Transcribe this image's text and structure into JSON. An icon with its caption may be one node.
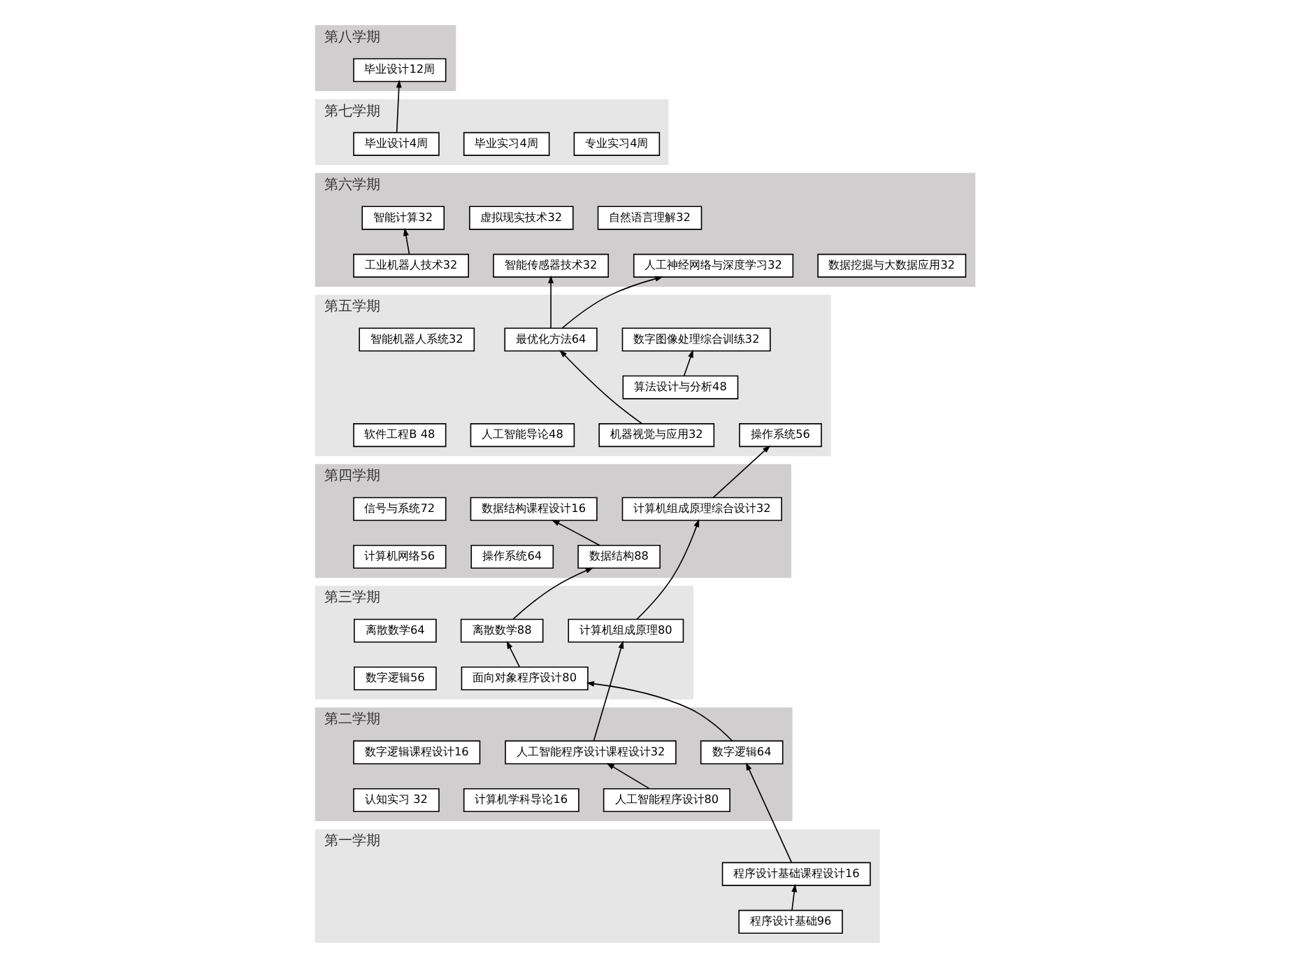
{
  "diagram": {
    "nodes": [
      {
        "text": [
          "第八学期"
        ]
      },
      {
        "text": [
          "毕业设计12周"
        ],
        "in": 0
      },
      {
        "text": [
          "第七学期"
        ]
      },
      {
        "text": [
          "毕业设计4周"
        ],
        "in": 2
      },
      {
        "text": [
          "毕业实习4周"
        ],
        "in": 2
      },
      {
        "text": [
          "专业实习4周"
        ],
        "in": 2
      },
      {
        "text": [
          "第六学期"
        ]
      },
      {
        "text": [
          "智能计算32"
        ],
        "in": 6
      },
      {
        "text": [
          "虚拟现实技术32"
        ],
        "in": 6
      },
      {
        "text": [
          "自然语言理解32"
        ],
        "in": 6
      },
      {
        "text": [
          "智能传感器技术32"
        ],
        "in": 6
      },
      {
        "text": [
          "人工神经网络与深度学习32"
        ],
        "in": 6
      },
      {
        "text": [
          "数据挖掘与大数据应用32"
        ],
        "in": 6
      },
      {
        "text": [
          "工业机器人技术32"
        ],
        "in": 6
      },
      {
        "text": [
          "第五学期"
        ]
      },
      {
        "text": [
          "智能机器人系统32"
        ],
        "in": 14
      },
      {
        "text": [
          "最优化方法64"
        ],
        "in": 14
      },
      {
        "text": [
          "数字图像处理综合训练32"
        ],
        "in": 14
      },
      {
        "text": [
          "算法设计与分析48"
        ],
        "in": 14
      },
      {
        "text": [
          "软件工程B 48"
        ],
        "in": 14
      },
      {
        "text": [
          "人工智能导论48"
        ],
        "in": 14
      },
      {
        "text": [
          "机器视觉与应用32"
        ],
        "in": 14
      },
      {
        "text": [
          "操作系统56"
        ],
        "in": 14
      },
      {
        "text": [
          "第四学期"
        ]
      },
      {
        "text": [
          "数据结构课程设计16"
        ],
        "in": 23
      },
      {
        "text": [
          "信号与系统72"
        ],
        "in": 23
      },
      {
        "text": [
          "计算机组成原理综合设计32"
        ],
        "in": 23
      },
      {
        "text": [
          "计算机网络56"
        ],
        "in": 23
      },
      {
        "text": [
          "操作系统64"
        ],
        "in": 23
      },
      {
        "text": [
          "数据结构88"
        ],
        "in": 23
      },
      {
        "text": [
          "第三学期"
        ]
      },
      {
        "text": [
          "离散数学64"
        ],
        "in": 30
      },
      {
        "text": [
          "离散数学88"
        ],
        "in": 30
      },
      {
        "text": [
          "计算机组成原理80"
        ],
        "in": 30
      },
      {
        "text": [
          "面向对象程序设计80"
        ],
        "in": 30
      },
      {
        "text": [
          "数字逻辑56"
        ],
        "in": 30
      },
      {
        "text": [
          "第二学期"
        ]
      },
      {
        "text": [
          "数字逻辑课程设计16"
        ],
        "in": 36
      },
      {
        "text": [
          "人工智能程序设计课程设计32"
        ],
        "in": 36
      },
      {
        "text": [
          "数字逻辑64"
        ],
        "in": 36
      },
      {
        "text": [
          "认知实习 32"
        ],
        "in": 36
      },
      {
        "text": [
          "计算机学科导论16"
        ],
        "in": 36
      },
      {
        "text": [
          "人工智能程序设计80"
        ],
        "in": 36
      },
      {
        "text": [
          "第一学期"
        ]
      },
      {
        "text": [
          "程序设计基础课程设计16"
        ],
        "in": 43
      },
      {
        "text": [
          "程序设计基础96"
        ],
        "in": 43
      }
    ],
    "edges": [
      {
        "from": 45,
        "to": 44,
        "arrow": "to"
      },
      {
        "from": 44,
        "to": 39,
        "arrow": "to"
      },
      {
        "from": 39,
        "to": 34,
        "arrow": "to"
      },
      {
        "from": 34,
        "to": 32,
        "arrow": "to"
      },
      {
        "from": 32,
        "to": 29,
        "arrow": "to"
      },
      {
        "from": 29,
        "to": 24,
        "arrow": "to"
      },
      {
        "from": 42,
        "to": 38,
        "arrow": "to"
      },
      {
        "from": 38,
        "to": 33,
        "arrow": "to"
      },
      {
        "from": 33,
        "to": 26,
        "arrow": "to"
      },
      {
        "from": 26,
        "to": 22,
        "arrow": "to"
      },
      {
        "from": 18,
        "to": 17,
        "arrow": "to"
      },
      {
        "from": 21,
        "to": 16,
        "arrow": "to"
      },
      {
        "from": 16,
        "to": 10,
        "arrow": "to"
      },
      {
        "from": 16,
        "to": 11,
        "arrow": "to"
      },
      {
        "from": 13,
        "to": 7,
        "arrow": "to"
      },
      {
        "from": 3,
        "to": 1,
        "arrow": "to"
      }
    ]
  }
}
